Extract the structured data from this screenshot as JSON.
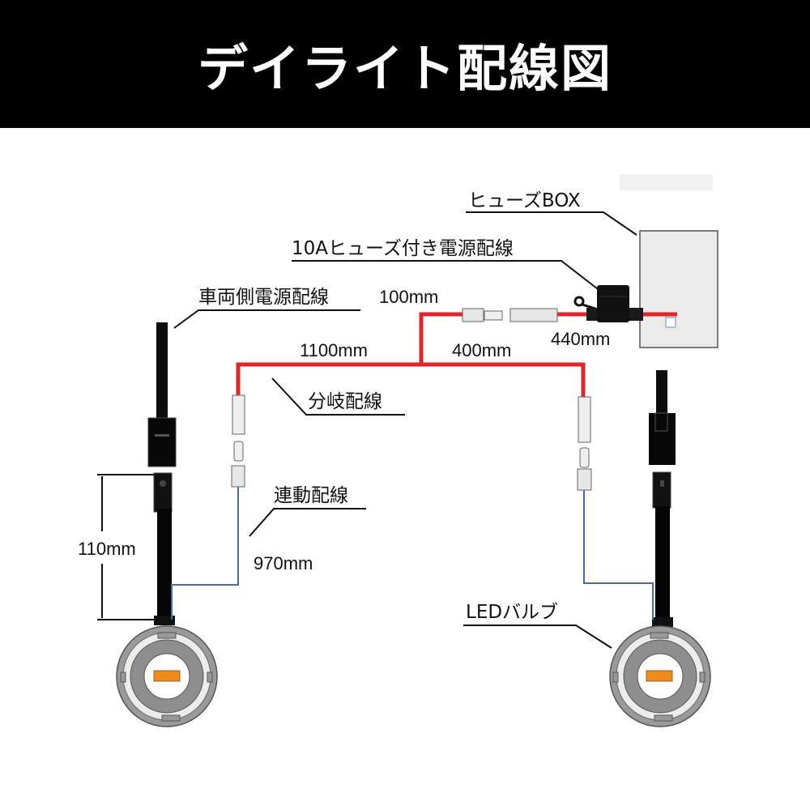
{
  "header": {
    "title": "デイライト配線図"
  },
  "labels": {
    "fuse_box": "ヒューズBOX",
    "fused_power_wire": "10Aヒューズ付き電源配線",
    "vehicle_power_wire": "車両側電源配線",
    "branch_wire": "分岐配線",
    "linked_wire": "連動配線",
    "led_bulb": "LEDバルブ"
  },
  "dimensions": {
    "d100": "100mm",
    "d1100": "1100mm",
    "d400": "400mm",
    "d440": "440mm",
    "d110": "110mm",
    "d970": "970mm"
  },
  "colors": {
    "power_wire": "#e0262a",
    "signal_wire": "#4a6aa8",
    "led_chip": "#ef8a1e",
    "bulb_gray": "#8f8f8f",
    "fuse_box_fill": "#ebebeb"
  }
}
